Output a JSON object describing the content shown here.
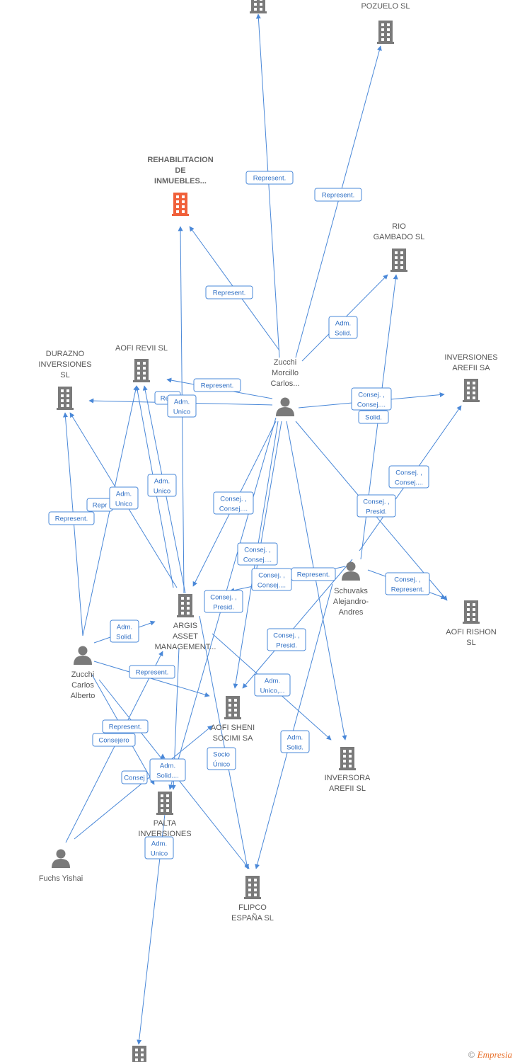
{
  "colors": {
    "edge": "#4a88d8",
    "company": "#7a7a7a",
    "focus_company": "#f0603a",
    "person": "#7a7a7a"
  },
  "companies": [
    {
      "id": "top_partial",
      "lines": []
    },
    {
      "id": "pozuelo",
      "lines": [
        "POZUELO  SL"
      ]
    },
    {
      "id": "rehab",
      "lines": [
        "REHABILITACION",
        "DE",
        "INMUEBLES..."
      ],
      "focus": true
    },
    {
      "id": "rio",
      "lines": [
        "RIO",
        "GAMBADO  SL"
      ]
    },
    {
      "id": "durazno",
      "lines": [
        "DURAZNO",
        "INVERSIONES",
        "SL"
      ]
    },
    {
      "id": "aofirevii",
      "lines": [
        "AOFI REVII  SL"
      ]
    },
    {
      "id": "invarefii",
      "lines": [
        "INVERSIONES",
        "AREFII SA"
      ]
    },
    {
      "id": "argis",
      "lines": [
        "ARGIS",
        "ASSET",
        "MANAGEMENT..."
      ]
    },
    {
      "id": "aofirishon",
      "lines": [
        "AOFI RISHON",
        "SL"
      ]
    },
    {
      "id": "aofisheni",
      "lines": [
        "AOFI SHENI",
        "SOCIMI SA"
      ]
    },
    {
      "id": "inversora",
      "lines": [
        "INVERSORA",
        "AREFII  SL"
      ]
    },
    {
      "id": "palta",
      "lines": [
        "PALTA",
        "INVERSIONES"
      ]
    },
    {
      "id": "flipco",
      "lines": [
        "FLIPCO",
        "ESPAÑA  SL"
      ]
    },
    {
      "id": "bottom_partial",
      "lines": []
    }
  ],
  "persons": [
    {
      "id": "zmc",
      "lines": [
        "Zucchi",
        "Morcillo",
        "Carlos..."
      ]
    },
    {
      "id": "schuvaks",
      "lines": [
        "Schuvaks",
        "Alejandro-",
        "Andres"
      ]
    },
    {
      "id": "zca",
      "lines": [
        "Zucchi",
        "Carlos",
        "Alberto"
      ]
    },
    {
      "id": "fuchs",
      "lines": [
        "Fuchs Yishai"
      ]
    }
  ],
  "edge_labels": [
    {
      "id": "l1",
      "lines": [
        "Represent."
      ]
    },
    {
      "id": "l2",
      "lines": [
        "Represent."
      ]
    },
    {
      "id": "l3",
      "lines": [
        "Represent."
      ]
    },
    {
      "id": "l4",
      "lines": [
        "Adm.",
        "Solid."
      ]
    },
    {
      "id": "l5",
      "lines": [
        "Represent."
      ]
    },
    {
      "id": "l6",
      "lines": [
        "Repr"
      ]
    },
    {
      "id": "l7",
      "lines": [
        "Adm.",
        "Unico"
      ]
    },
    {
      "id": "l8",
      "lines": [
        "Consej. ,",
        "Consej...."
      ]
    },
    {
      "id": "l9",
      "lines": [
        "Solid."
      ]
    },
    {
      "id": "l10",
      "lines": [
        "Consej. ,",
        "Consej...."
      ]
    },
    {
      "id": "l11",
      "lines": [
        "Consej. ,",
        "Presid."
      ]
    },
    {
      "id": "l12",
      "lines": [
        "Adm.",
        "Unico"
      ]
    },
    {
      "id": "l13",
      "lines": [
        "Repr"
      ]
    },
    {
      "id": "l14",
      "lines": [
        "Adm.",
        "Unico"
      ]
    },
    {
      "id": "l15",
      "lines": [
        "Represent."
      ]
    },
    {
      "id": "l16",
      "lines": [
        "Consej. ,",
        "Consej...."
      ]
    },
    {
      "id": "l17",
      "lines": [
        "Consej. ,",
        "Consej...."
      ]
    },
    {
      "id": "l18",
      "lines": [
        "Consej. ,",
        "Consej...."
      ]
    },
    {
      "id": "l19",
      "lines": [
        "Represent."
      ]
    },
    {
      "id": "l20",
      "lines": [
        "Consej. ,",
        "Presid."
      ]
    },
    {
      "id": "l21",
      "lines": [
        "Consej. ,",
        "Represent."
      ]
    },
    {
      "id": "l22",
      "lines": [
        "Adm.",
        "Solid."
      ]
    },
    {
      "id": "l23",
      "lines": [
        "Consej. ,",
        "Presid."
      ]
    },
    {
      "id": "l24",
      "lines": [
        "Represent."
      ]
    },
    {
      "id": "l25",
      "lines": [
        "Adm.",
        "Unico,..."
      ]
    },
    {
      "id": "l26",
      "lines": [
        "Represent."
      ]
    },
    {
      "id": "l27",
      "lines": [
        "Consejero"
      ]
    },
    {
      "id": "l28",
      "lines": [
        "Adm.",
        "Solid."
      ]
    },
    {
      "id": "l29",
      "lines": [
        "Socio",
        "Único"
      ]
    },
    {
      "id": "l30",
      "lines": [
        "Consej"
      ]
    },
    {
      "id": "l31",
      "lines": [
        "Adm.",
        "Solid...."
      ]
    },
    {
      "id": "l32",
      "lines": [
        "Adm.",
        "Unico"
      ]
    }
  ],
  "footer": {
    "copyright": "©",
    "brand": "Empresia"
  }
}
